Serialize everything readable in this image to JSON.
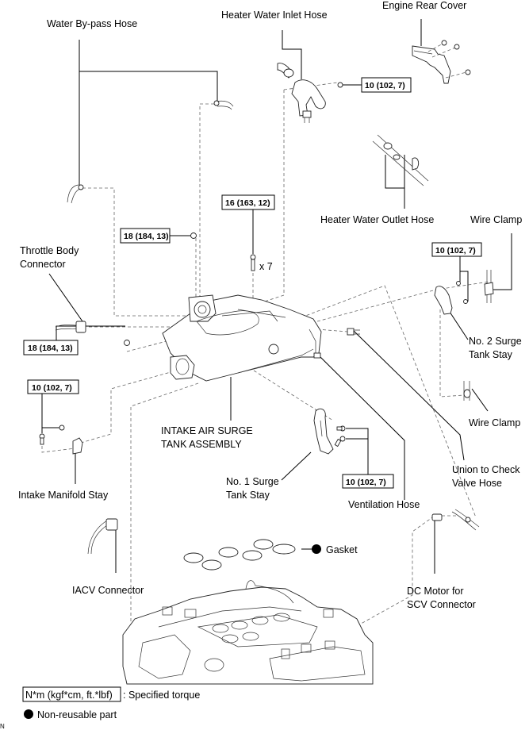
{
  "labels": {
    "water_bypass_hose": "Water By-pass Hose",
    "heater_water_inlet_hose": "Heater Water Inlet Hose",
    "engine_rear_cover": "Engine Rear Cover",
    "heater_water_outlet_hose": "Heater Water Outlet Hose",
    "wire_clamp_top": "Wire Clamp",
    "throttle_body_connector_1": "Throttle Body",
    "throttle_body_connector_2": "Connector",
    "no2_surge_tank_stay_1": "No. 2 Surge",
    "no2_surge_tank_stay_2": "Tank Stay",
    "intake_air_surge_tank_1": "INTAKE AIR SURGE",
    "intake_air_surge_tank_2": "TANK ASSEMBLY",
    "wire_clamp_bottom": "Wire Clamp",
    "union_check_valve_hose_1": "Union to Check",
    "union_check_valve_hose_2": "Valve Hose",
    "no1_surge_tank_stay_1": "No. 1 Surge",
    "no1_surge_tank_stay_2": "Tank Stay",
    "intake_manifold_stay": "Intake Manifold Stay",
    "ventilation_hose": "Ventilation Hose",
    "gasket": "Gasket",
    "iacv_connector": "IACV Connector",
    "dc_motor_scv_1": "DC Motor for",
    "dc_motor_scv_2": "SCV Connector",
    "bolt_quantity": "x 7"
  },
  "torques": {
    "heater_inlet": "10 (102, 7)",
    "surge_tank_bolts": "16 (163, 12)",
    "throttle_nut_upper": "18 (184, 13)",
    "no2_stay": "10 (102, 7)",
    "throttle_nut_lower": "18 (184, 13)",
    "manifold_stay": "10 (102, 7)",
    "no1_stay": "10 (102, 7)"
  },
  "legend": {
    "torque_unit": "N*m (kgf*cm, ft.*lbf)",
    "torque_desc": ": Specified torque",
    "nonreusable_desc": "Non-reusable part"
  },
  "corner_mark": "N"
}
